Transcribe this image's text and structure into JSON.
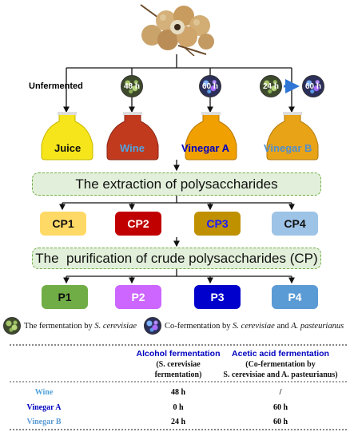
{
  "top_label": "Unfermented",
  "timers": [
    "48 h",
    "60 h",
    "24 h",
    "60 h"
  ],
  "bottles": [
    "Juice",
    "Wine",
    "Vinegar A",
    "Vinegar B"
  ],
  "process1": "The extraction of polysaccharides",
  "process2": "The  purification of crude polysaccharides (CP)",
  "cp_boxes": [
    "CP1",
    "CP2",
    "CP3",
    "CP4"
  ],
  "p_boxes": [
    "P1",
    "P2",
    "P3",
    "P4"
  ],
  "legend": {
    "yeast_text": "The fermentation by ",
    "yeast_species": "S. cerevisiae",
    "cofer_text": "Co-fermentation by ",
    "cofer_species1": "S. cerevisiae",
    "cofer_and": " and ",
    "cofer_species2": "A. pasteurianus"
  },
  "table": {
    "col1_header": "Alcohol fermentation",
    "col1_sub1": "(S. cerevisiae",
    "col1_sub2": "fermentation)",
    "col2_header": "Acetic acid fermentation",
    "col2_sub1": "(Co-fermentation by",
    "col2_sub2": "S. cerevisiae and A. pasteurianus)",
    "rows": [
      {
        "name": "Wine",
        "alcohol": "48 h",
        "acetic": "/"
      },
      {
        "name": "Vinegar A",
        "alcohol": "0 h",
        "acetic": "60 h"
      },
      {
        "name": "Vinegar B",
        "alcohol": "24 h",
        "acetic": "60 h"
      }
    ]
  },
  "colors": {
    "cp1": "#ffd966",
    "cp2": "#c00000",
    "cp3": "#bf9000",
    "cp4": "#9dc3e6",
    "p1": "#70ad47",
    "p2": "#cc66ff",
    "p3": "#0000cc",
    "p4": "#5b9bd5",
    "wine_label": "#4fa3e0",
    "vinegar_label": "#0000c0",
    "vinegar_b_label": "#5b9bd5"
  }
}
